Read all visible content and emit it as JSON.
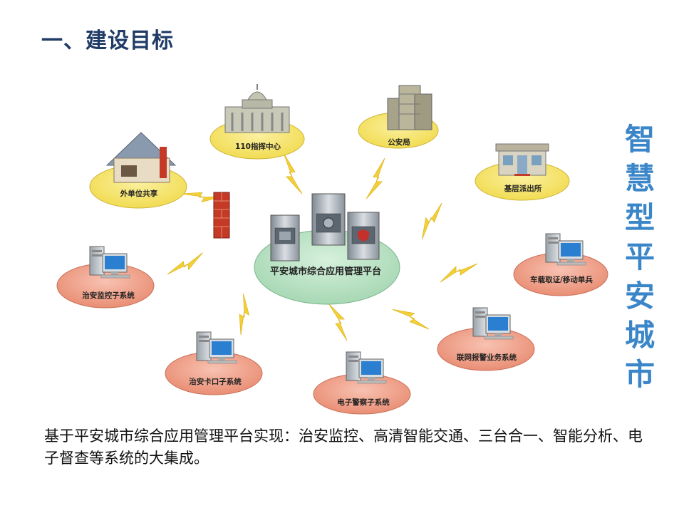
{
  "title": "一、建设目标",
  "side_title": [
    "智",
    "慧",
    "型",
    "平",
    "安",
    "城",
    "市"
  ],
  "center_label": "平安城市综合应用管理平台",
  "nodes": {
    "command": "110指挥中心",
    "police": "公安局",
    "external": "外单位共享",
    "station": "基层派出所",
    "security": "治安监控子系统",
    "vehicle": "车载取证/移动单兵",
    "checkpoint": "治安卡口子系统",
    "alarm": "联网报警业务系统",
    "eye": "电子警察子系统"
  },
  "caption": "基于平安城市综合应用管理平台实现：治安监控、高清智能交通、三台合一、智能分析、电子督查等系统的大集成。",
  "colors": {
    "title": "#1f3b66",
    "side_title": "#3a86c8",
    "center": "#b8e0c4",
    "yellow_node": "#f6e46a",
    "red_node": "#f0a08a",
    "bolt": "#f3d03a"
  }
}
